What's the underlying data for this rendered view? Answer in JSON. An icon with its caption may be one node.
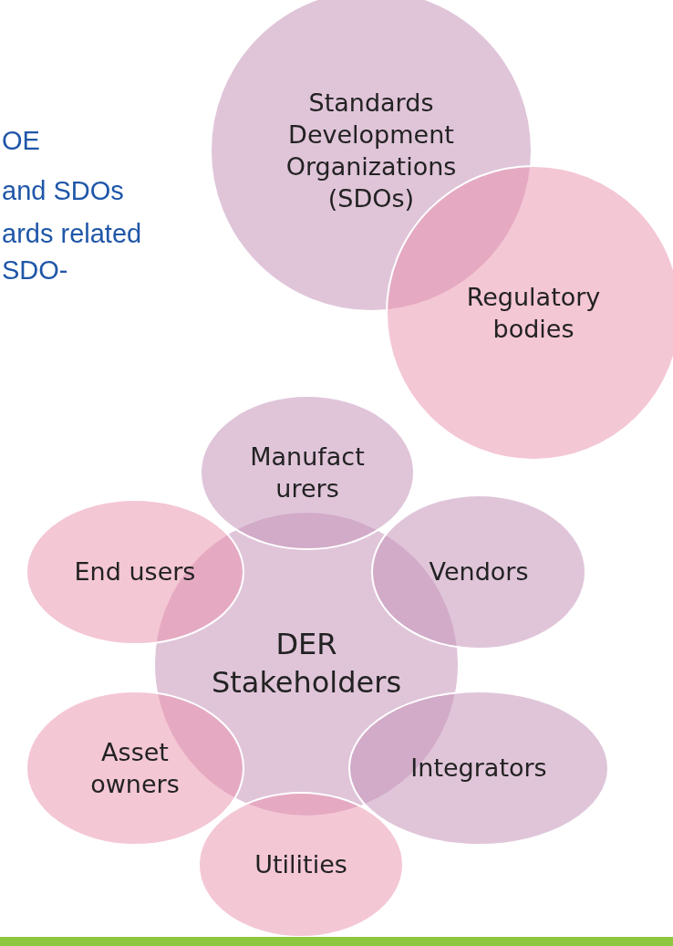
{
  "diagram": {
    "nodes": [
      {
        "text": [
          "Standards Development Organizations (SDOs)"
        ]
      },
      {
        "text": [
          "Regulatory bodies"
        ]
      },
      {
        "text": [
          "DER Stakeholders"
        ]
      },
      {
        "text": [
          "Manufact urers"
        ]
      },
      {
        "text": [
          "End users"
        ]
      },
      {
        "text": [
          "Vendors"
        ]
      },
      {
        "text": [
          "Asset owners"
        ]
      },
      {
        "text": [
          "Integrators"
        ]
      },
      {
        "text": [
          "Utilities"
        ]
      }
    ],
    "labels": [
      "OE",
      "and SDOs",
      "ards related",
      "SDO-"
    ]
  }
}
